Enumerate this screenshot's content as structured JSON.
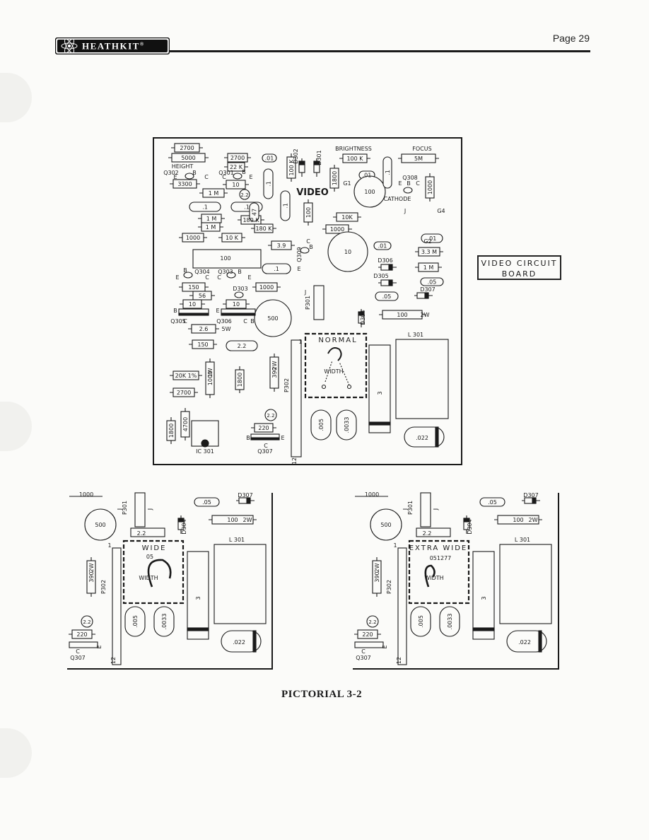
{
  "header": {
    "brand": "HEATHKIT",
    "brand_mark": "®",
    "page_label": "Page 29"
  },
  "board_label": {
    "line1": "VIDEO CIRCUIT",
    "line2": "BOARD"
  },
  "caption": "PICTORIAL 3-2",
  "main_board": {
    "resistors": [
      "2700",
      "5000",
      "2700",
      "22 K",
      "3300",
      "10",
      "1 M",
      "1 M",
      "1 M",
      "180 K",
      "180 K",
      "10 K",
      "1000",
      "3.9",
      "100 K",
      "1800",
      "100",
      "10K",
      "1000",
      "100 K",
      "5M",
      "1000",
      "3.3 M",
      "1 M",
      "1000",
      "150",
      "56",
      "10",
      "10",
      "2.6",
      "5W",
      "150",
      "20K 1%",
      "2700",
      "1000",
      "1W",
      "1800",
      "390",
      "2W",
      "1800",
      "4700",
      "220",
      "100",
      "2W",
      "100"
    ],
    "capacitors": [
      ".01",
      ".1",
      ".1",
      ".1",
      "2.2",
      ".1",
      ".01",
      "100",
      "47",
      ".1",
      "10",
      ".01",
      ".01",
      ".05",
      ".05",
      ".1",
      "500",
      "2.2",
      "2.2",
      ".005",
      ".0033",
      ".022",
      "3"
    ],
    "labels": [
      "HEIGHT",
      "Q302",
      "B",
      "E",
      "C",
      "Q301",
      "B",
      "C",
      "E",
      "VIDEO",
      "BRIGHTNESS",
      "FOCUS",
      "D302",
      "D301",
      "G1",
      "Q308",
      "E",
      "B",
      "C",
      "CATHODE",
      "J",
      "G4",
      "G2",
      "Q309",
      "E",
      "B",
      "C",
      "Q304",
      "E",
      "B",
      "C",
      "Q303",
      "C",
      "B",
      "E",
      "D303",
      "Q305",
      "C",
      "B",
      "E",
      "Q306",
      "C",
      "B",
      "D306",
      "D305",
      "D307",
      "D304",
      "P301",
      "J",
      "NORMAL",
      "WIDTH",
      "P302",
      "L 301",
      "IC 301",
      "Q307",
      "B",
      "E",
      "C",
      "12",
      "1"
    ]
  },
  "inset_wide": {
    "mode_label": "WIDE",
    "width_label": "WIDTH",
    "partial_number": "05",
    "parts": [
      "1000",
      "500",
      "P301",
      "J",
      "J",
      ".05",
      "D307",
      "100",
      "2W",
      "2.2",
      "D304",
      "L 301",
      "390",
      "2W",
      "P302",
      "1",
      "3",
      "2.2",
      "220",
      "Q307",
      "C",
      "E",
      "12",
      ".005",
      ".0033",
      ".022"
    ]
  },
  "inset_extra_wide": {
    "mode_label": "EXTRA WIDE",
    "width_label": "WIDTH",
    "part_number": "051277",
    "parts": [
      "1000",
      "500",
      "P301",
      "J",
      "J",
      ".05",
      "D307",
      "100",
      "2W",
      "2.2",
      "D304",
      "L 301",
      "390",
      "2W",
      "P302",
      "1",
      "3",
      "2.2",
      "220",
      "Q307",
      "C",
      "E",
      "12",
      ".005",
      ".0033",
      ".022"
    ]
  }
}
